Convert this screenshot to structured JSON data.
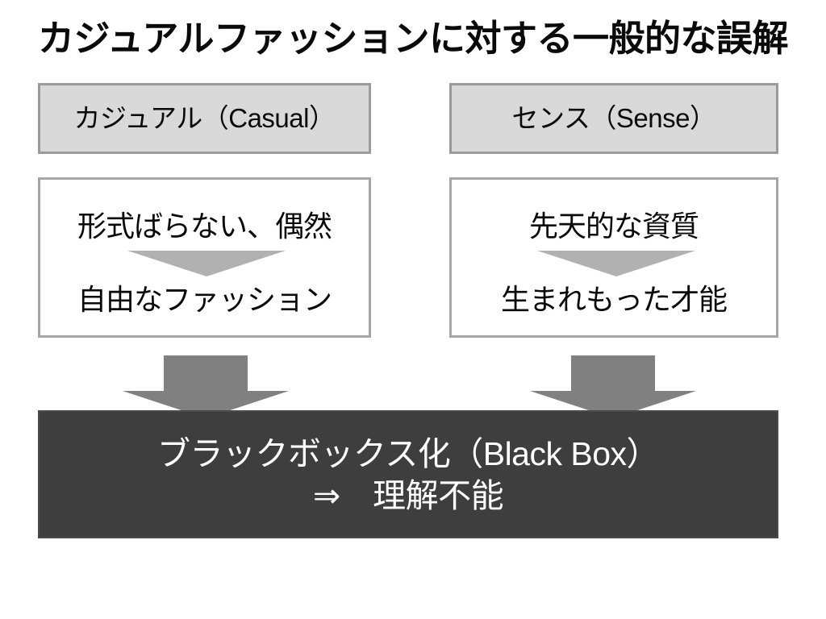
{
  "slide": {
    "title": "カジュアルファッションに対する一般的な誤解",
    "background_color": "#ffffff"
  },
  "columns": [
    {
      "id": "casual",
      "header": "カジュアル（Casual）",
      "header_fill": "#d9d9d9",
      "header_border": "#9b9b9b",
      "premise": "形式ばらない、偶然",
      "arrow_icon": "down-triangle-icon",
      "conclusion": "自由なファッション",
      "body_fill": "#ffffff",
      "body_border": "#a6a6a6"
    },
    {
      "id": "sense",
      "header": "センス（Sense）",
      "header_fill": "#d9d9d9",
      "header_border": "#9b9b9b",
      "premise": "先天的な資質",
      "arrow_icon": "down-triangle-icon",
      "conclusion": "生まれもった才能",
      "body_fill": "#ffffff",
      "body_border": "#a6a6a6"
    }
  ],
  "connectors": [
    {
      "id": "left-connector",
      "icon": "down-block-arrow-icon",
      "color": "#808080"
    },
    {
      "id": "right-connector",
      "icon": "down-block-arrow-icon",
      "color": "#808080"
    }
  ],
  "conclusion": {
    "line1": "ブラックボックス化（Black Box）",
    "line2": "⇒　理解不能",
    "fill": "#3e3e3e",
    "text_color": "#ffffff"
  }
}
